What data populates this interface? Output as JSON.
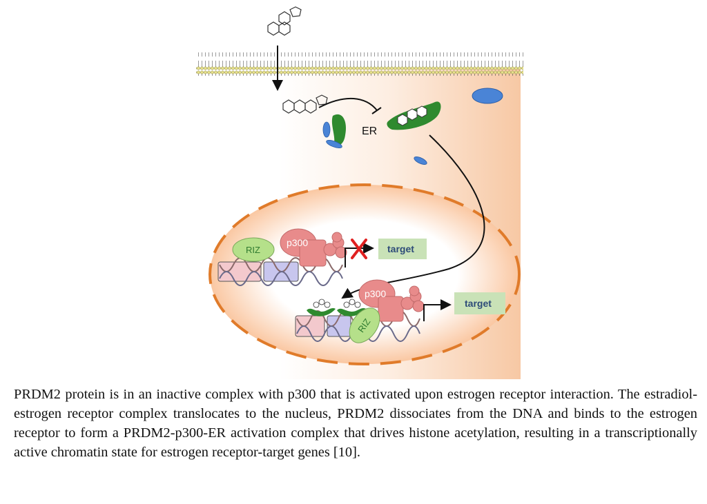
{
  "diagram": {
    "labels": {
      "er": "ER",
      "riz_inactive": "RIZ",
      "p300_inactive": "p300",
      "target_inactive": "target",
      "riz_active": "RIZ",
      "p300_active": "p300",
      "target_active": "target"
    },
    "colors": {
      "cytoplasm_gradient": "#f7c8a4",
      "nucleus_dash": "#e07b2a",
      "receptor_green": "#2f8a2f",
      "riz_green": "#b5e08a",
      "p300_red": "#e88b8b",
      "target_box": "#c9e2b7",
      "target_text": "#2d4b78",
      "blue_oval": "#4a84d6",
      "inhibit_x": "#e02020"
    }
  },
  "caption": {
    "text": "PRDM2 protein is in an inactive complex with p300 that is activated upon estrogen receptor interaction. The estradiol-estrogen receptor complex translocates to the nucleus, PRDM2 dissociates from the DNA and binds to the estrogen receptor to form a PRDM2-p300-ER activation complex that drives histone acetylation, resulting in a transcriptionally active chromatin state for estrogen receptor-target genes [10]."
  }
}
